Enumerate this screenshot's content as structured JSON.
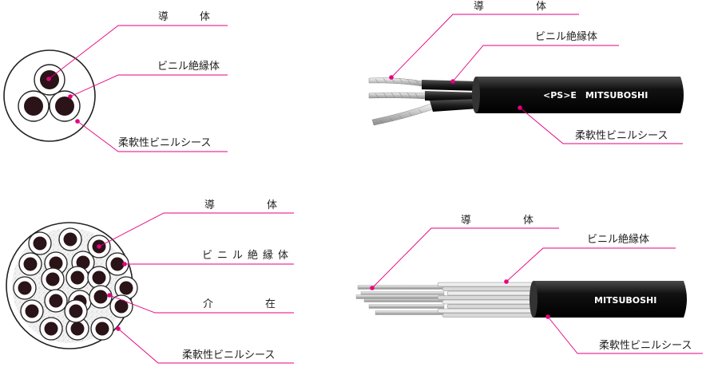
{
  "colors": {
    "leader": "#e5007f",
    "conductor": "#2a1418",
    "sheath": "#1a1a1a",
    "insulation": "#ffffff",
    "filler": "#e8e8e8"
  },
  "panels": {
    "top_left": {
      "conductor": "導　　　体",
      "insulation": "ビニル絶縁体",
      "sheath": "柔軟性ビニルシース"
    },
    "top_right": {
      "conductor": "導　　　　　体",
      "insulation": "ビニル絶縁体",
      "brand": "<PS>E　MITSUBOSHI",
      "sheath": "柔軟性ビニルシース"
    },
    "bottom_left": {
      "conductor": "導　　　　　体",
      "insulation": "ビニル絶縁体",
      "filler": "介　　　　　在",
      "sheath": "柔軟性ビニルシース"
    },
    "bottom_right": {
      "conductor": "導　　　　　体",
      "insulation": "ビニル絶縁体",
      "brand": "MITSUBOSHI",
      "sheath": "柔軟性ビニルシース"
    }
  }
}
